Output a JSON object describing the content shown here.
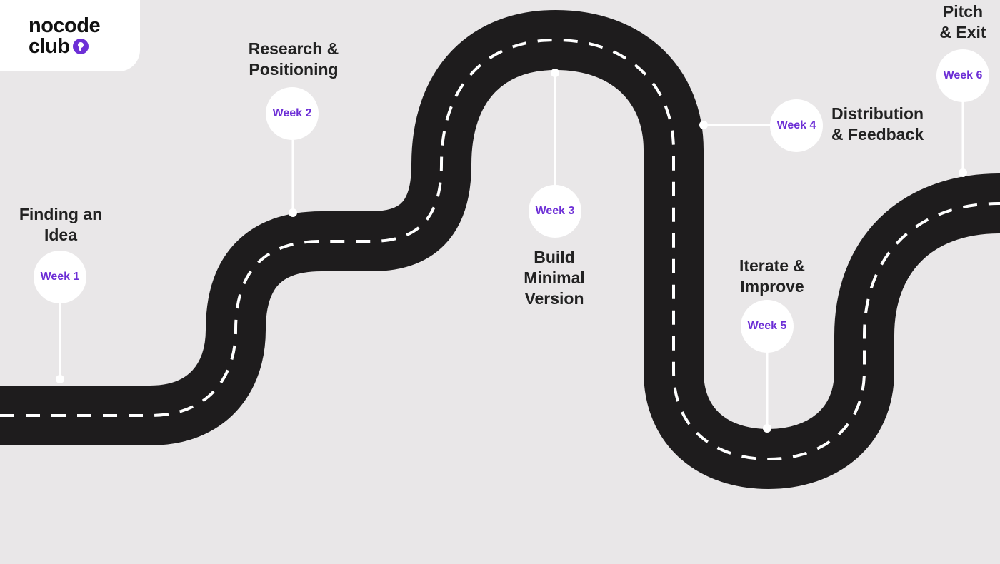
{
  "logo": {
    "line1": "nocode",
    "line2": "club"
  },
  "milestones": [
    {
      "week": "Week 1",
      "label": "Finding an\nIdea"
    },
    {
      "week": "Week 2",
      "label": "Research &\nPositioning"
    },
    {
      "week": "Week 3",
      "label": "Build\nMinimal\nVersion"
    },
    {
      "week": "Week 4",
      "label": "Distribution\n& Feedback"
    },
    {
      "week": "Week 5",
      "label": "Iterate &\nImprove"
    },
    {
      "week": "Week 6",
      "label": "Pitch\n& Exit"
    }
  ],
  "colors": {
    "background": "#e9e7e8",
    "road": "#1e1c1d",
    "lane_marking": "#ffffff",
    "accent": "#6d2fd6",
    "text": "#222222"
  }
}
